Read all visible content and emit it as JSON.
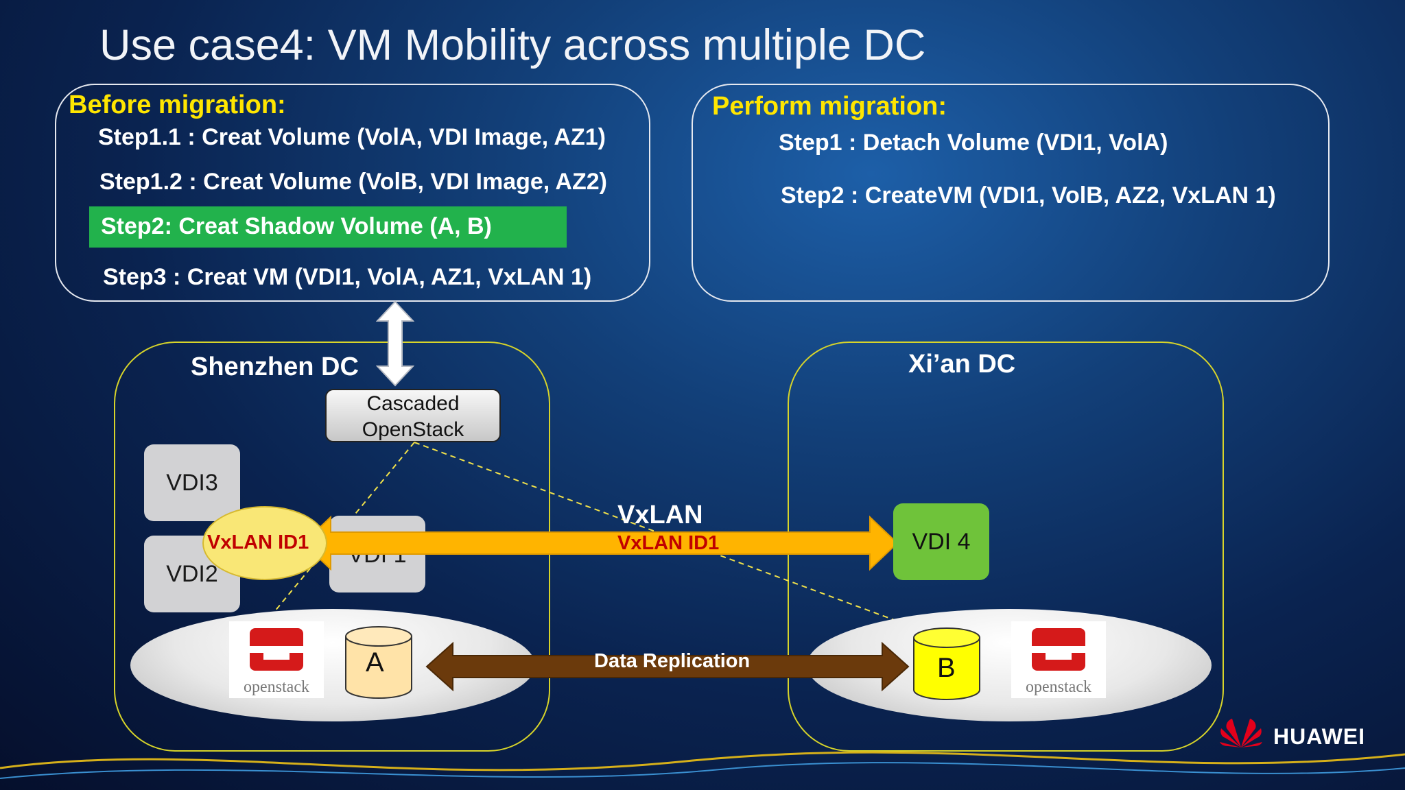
{
  "slide": {
    "title": "Use case4:  VM Mobility across multiple DC"
  },
  "before_panel": {
    "heading": "Before migration:",
    "steps": [
      "Step1.1 : Creat Volume (VolA, VDI Image, AZ1)",
      "Step1.2 : Creat Volume (VolB, VDI Image, AZ2)",
      "Step2:   Creat Shadow Volume (A, B)",
      "Step3 : Creat VM (VDI1, VolA, AZ1, VxLAN 1)"
    ]
  },
  "perform_panel": {
    "heading": "Perform migration:",
    "steps": [
      "Step1 : Detach Volume (VDI1,  VolA)",
      "Step2 : CreateVM (VDI1,  VolB, AZ2, VxLAN 1)"
    ]
  },
  "shenzhen": {
    "label": "Shenzhen DC",
    "cascaded_line1": "Cascaded",
    "cascaded_line2": "OpenStack",
    "vdi3": "VDI3",
    "vdi2": "VDI2",
    "vdi1_partial": "VDI 1",
    "vxlan_id": "VxLAN ID1",
    "volume": "A",
    "openstack_logo": "openstack"
  },
  "xian": {
    "label": "Xi’an  DC",
    "vdi4": "VDI 4",
    "volume": "B",
    "openstack_logo": "openstack"
  },
  "links": {
    "vxlan": "VxLAN",
    "vxlan_id": "VxLAN ID1",
    "data_replication": "Data Replication"
  },
  "brand": {
    "name": "HUAWEI"
  },
  "colors": {
    "heading_yellow": "#ffe600",
    "step_highlight": "#22b24c",
    "dc_border": "#d7d42a",
    "vxlan_arrow": "#ffb400",
    "replication_arrow": "#6b3a0c",
    "vxlan_text": "#c00000",
    "vdi4_green": "#6fc33a",
    "volume_a": "#ffe3a8",
    "volume_b": "#ffff00",
    "huawei_red": "#e3001b"
  },
  "icons": [
    "openstack-logo-icon",
    "cylinder-volume-icon",
    "double-arrow-icon",
    "huawei-logo-icon"
  ]
}
